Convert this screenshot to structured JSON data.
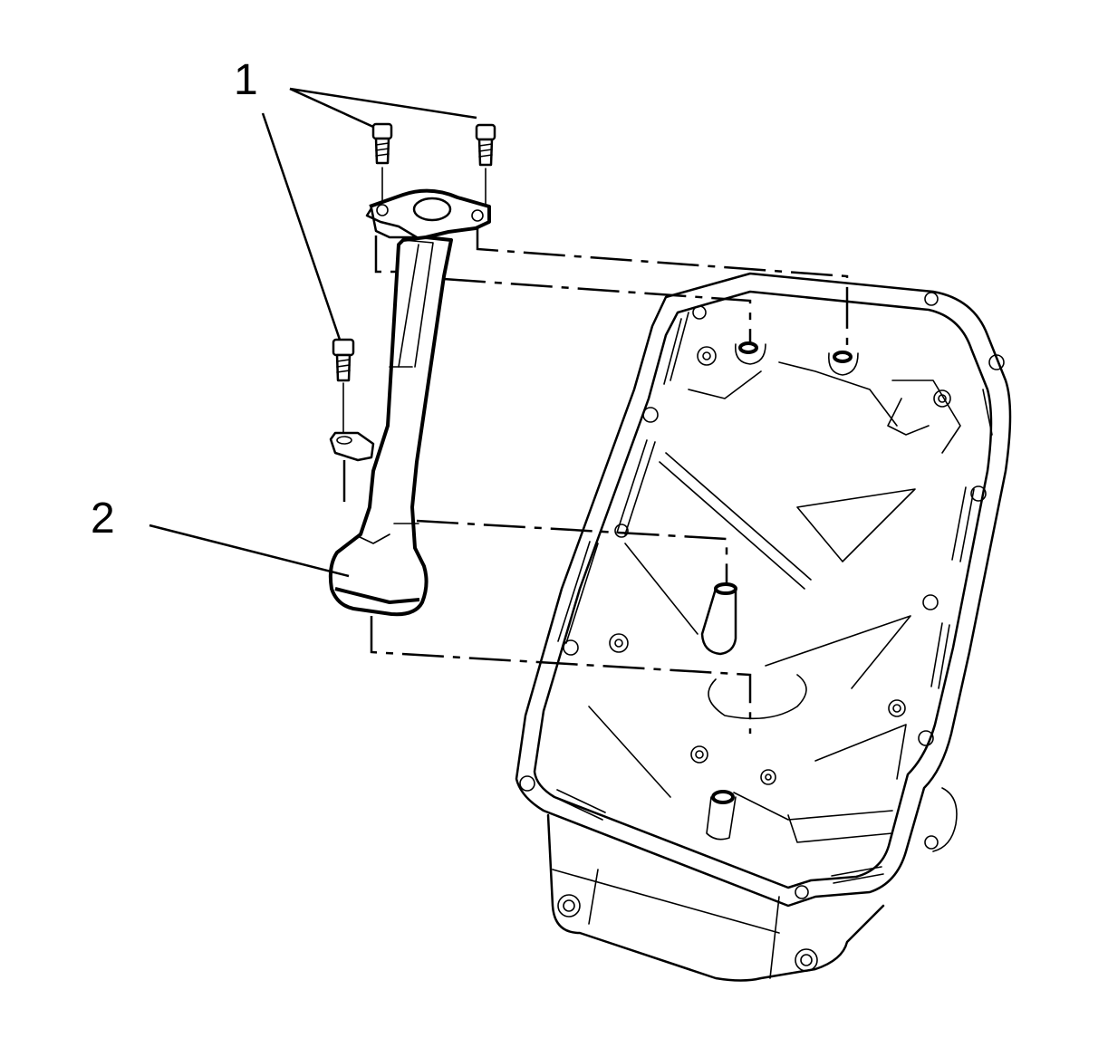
{
  "callouts": [
    {
      "number": "1",
      "part": "bolt"
    },
    {
      "number": "2",
      "part": "oil-pump-pickup-tube-brace"
    }
  ],
  "colors": {
    "ink": "#000000",
    "background": "#ffffff"
  }
}
